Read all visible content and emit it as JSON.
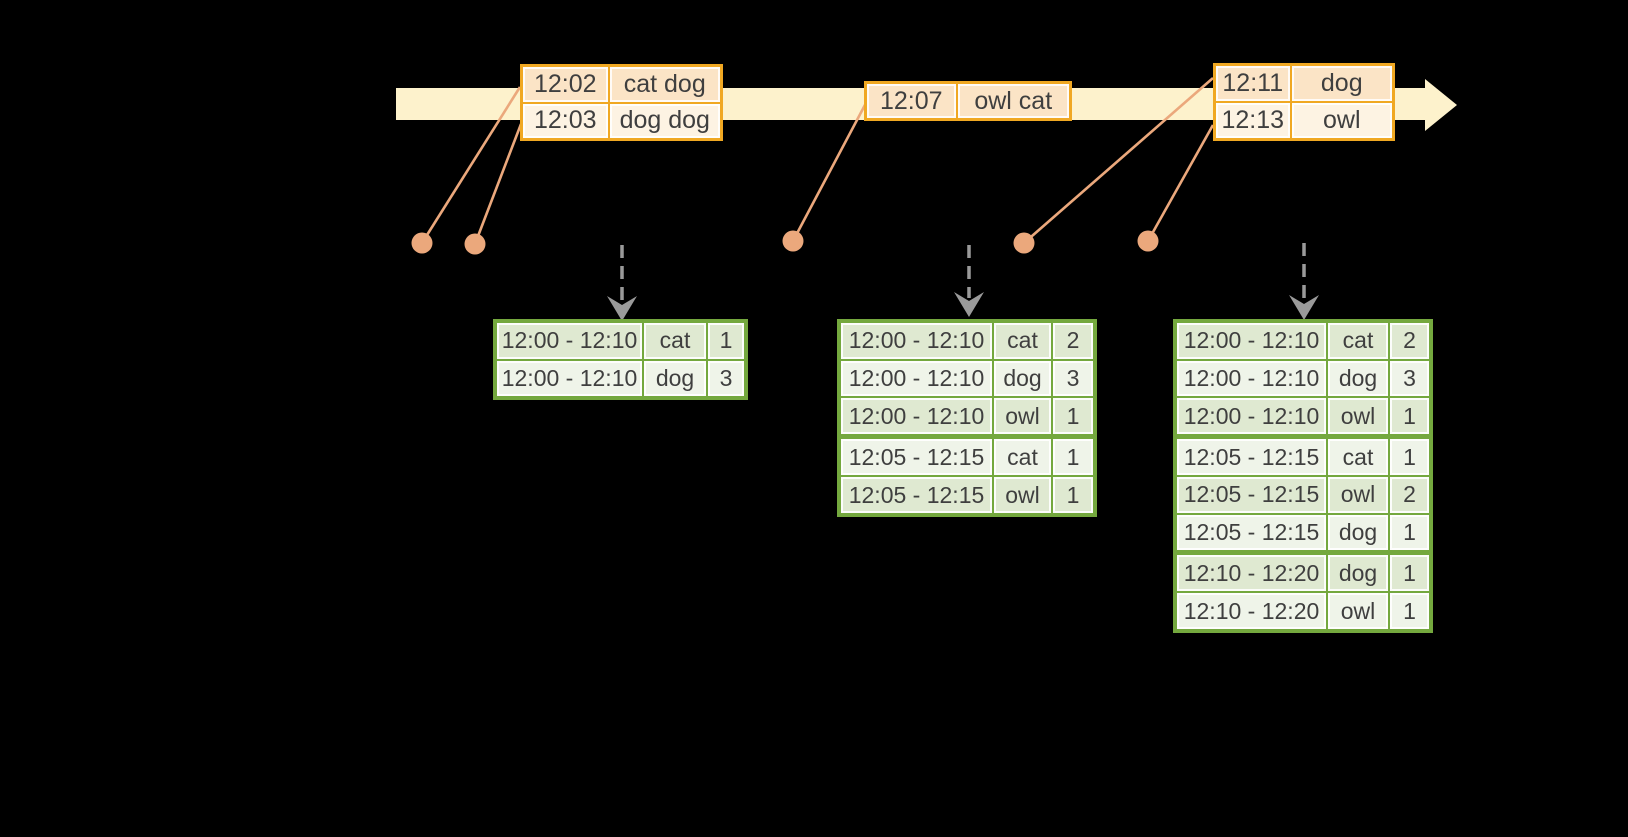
{
  "colors": {
    "background": "#000000",
    "timeline_fill": "#fdf2cc",
    "event_table_border": "#f0a822",
    "event_row_dark": "#fbe4c6",
    "event_row_light": "#fdf3e3",
    "connector_salmon": "#eba87c",
    "trigger_arrow_gray": "#9a9a9a",
    "result_table_border": "#74a83e",
    "result_row_dark": "#dfe9d1",
    "result_row_light": "#eff4e9",
    "text": "#3f3f3f"
  },
  "event_tables": [
    {
      "rows": [
        {
          "time": "12:02",
          "words": "cat dog"
        },
        {
          "time": "12:03",
          "words": "dog dog"
        }
      ]
    },
    {
      "rows": [
        {
          "time": "12:07",
          "words": "owl cat"
        }
      ]
    },
    {
      "rows": [
        {
          "time": "12:11",
          "words": "dog"
        },
        {
          "time": "12:13",
          "words": "owl"
        }
      ]
    }
  ],
  "result_tables": [
    {
      "rows": [
        {
          "window": "12:00 - 12:10",
          "word": "cat",
          "count": "1"
        },
        {
          "window": "12:00 - 12:10",
          "word": "dog",
          "count": "3"
        }
      ]
    },
    {
      "rows": [
        {
          "window": "12:00 - 12:10",
          "word": "cat",
          "count": "2"
        },
        {
          "window": "12:00 - 12:10",
          "word": "dog",
          "count": "3"
        },
        {
          "window": "12:00 - 12:10",
          "word": "owl",
          "count": "1"
        },
        {
          "window": "12:05 - 12:15",
          "word": "cat",
          "count": "1"
        },
        {
          "window": "12:05 - 12:15",
          "word": "owl",
          "count": "1"
        }
      ]
    },
    {
      "rows": [
        {
          "window": "12:00 - 12:10",
          "word": "cat",
          "count": "2"
        },
        {
          "window": "12:00 - 12:10",
          "word": "dog",
          "count": "3"
        },
        {
          "window": "12:00 - 12:10",
          "word": "owl",
          "count": "1"
        },
        {
          "window": "12:05 - 12:15",
          "word": "cat",
          "count": "1"
        },
        {
          "window": "12:05 - 12:15",
          "word": "owl",
          "count": "2"
        },
        {
          "window": "12:05 - 12:15",
          "word": "dog",
          "count": "1"
        },
        {
          "window": "12:10 - 12:20",
          "word": "dog",
          "count": "1"
        },
        {
          "window": "12:10 - 12:20",
          "word": "owl",
          "count": "1"
        }
      ]
    }
  ]
}
